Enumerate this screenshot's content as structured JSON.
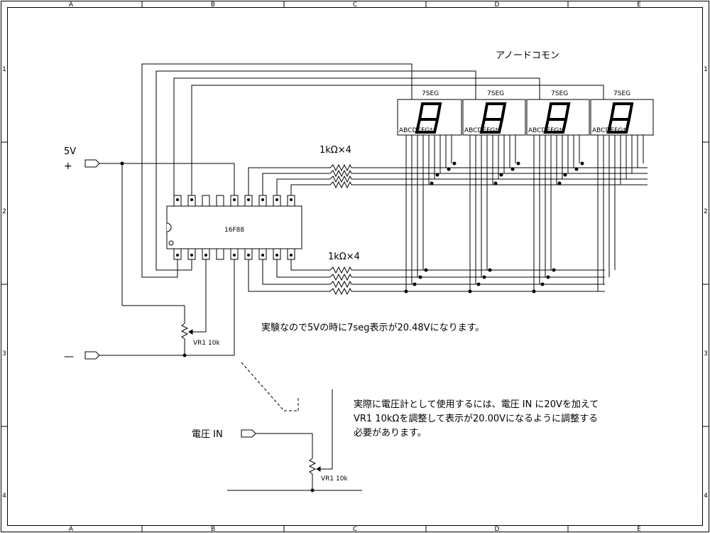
{
  "frame": {
    "col_refs": [
      "A",
      "B",
      "C",
      "D",
      "E"
    ],
    "row_refs": [
      "1",
      "2",
      "3",
      "4"
    ]
  },
  "labels": {
    "anode_common": "アノードコモン",
    "seg_label": "7SEG",
    "pins_letters": "ABCDEFG*",
    "power_5v": "5V",
    "plus": "+",
    "minus": "—",
    "resistor_top": "1kΩ×4",
    "resistor_bottom": "1kΩ×4",
    "chip": "16F88",
    "vr1_top": "VR1 10k",
    "vr1_bottom": "VR1 10k",
    "voltage_in": "電圧 IN",
    "note1": "実験なので5Vの時に7seg表示が20.48Vになります。",
    "note2_line1": "実際に電圧計として使用するには、電圧 IN に20Vを加えて",
    "note2_line2": "VR1 10kΩを調整して表示が20.00Vになるように調整する",
    "note2_line3": "必要があります。"
  },
  "segments": [
    {
      "label": "7SEG"
    },
    {
      "label": "7SEG"
    },
    {
      "label": "7SEG"
    },
    {
      "label": "7SEG"
    }
  ]
}
